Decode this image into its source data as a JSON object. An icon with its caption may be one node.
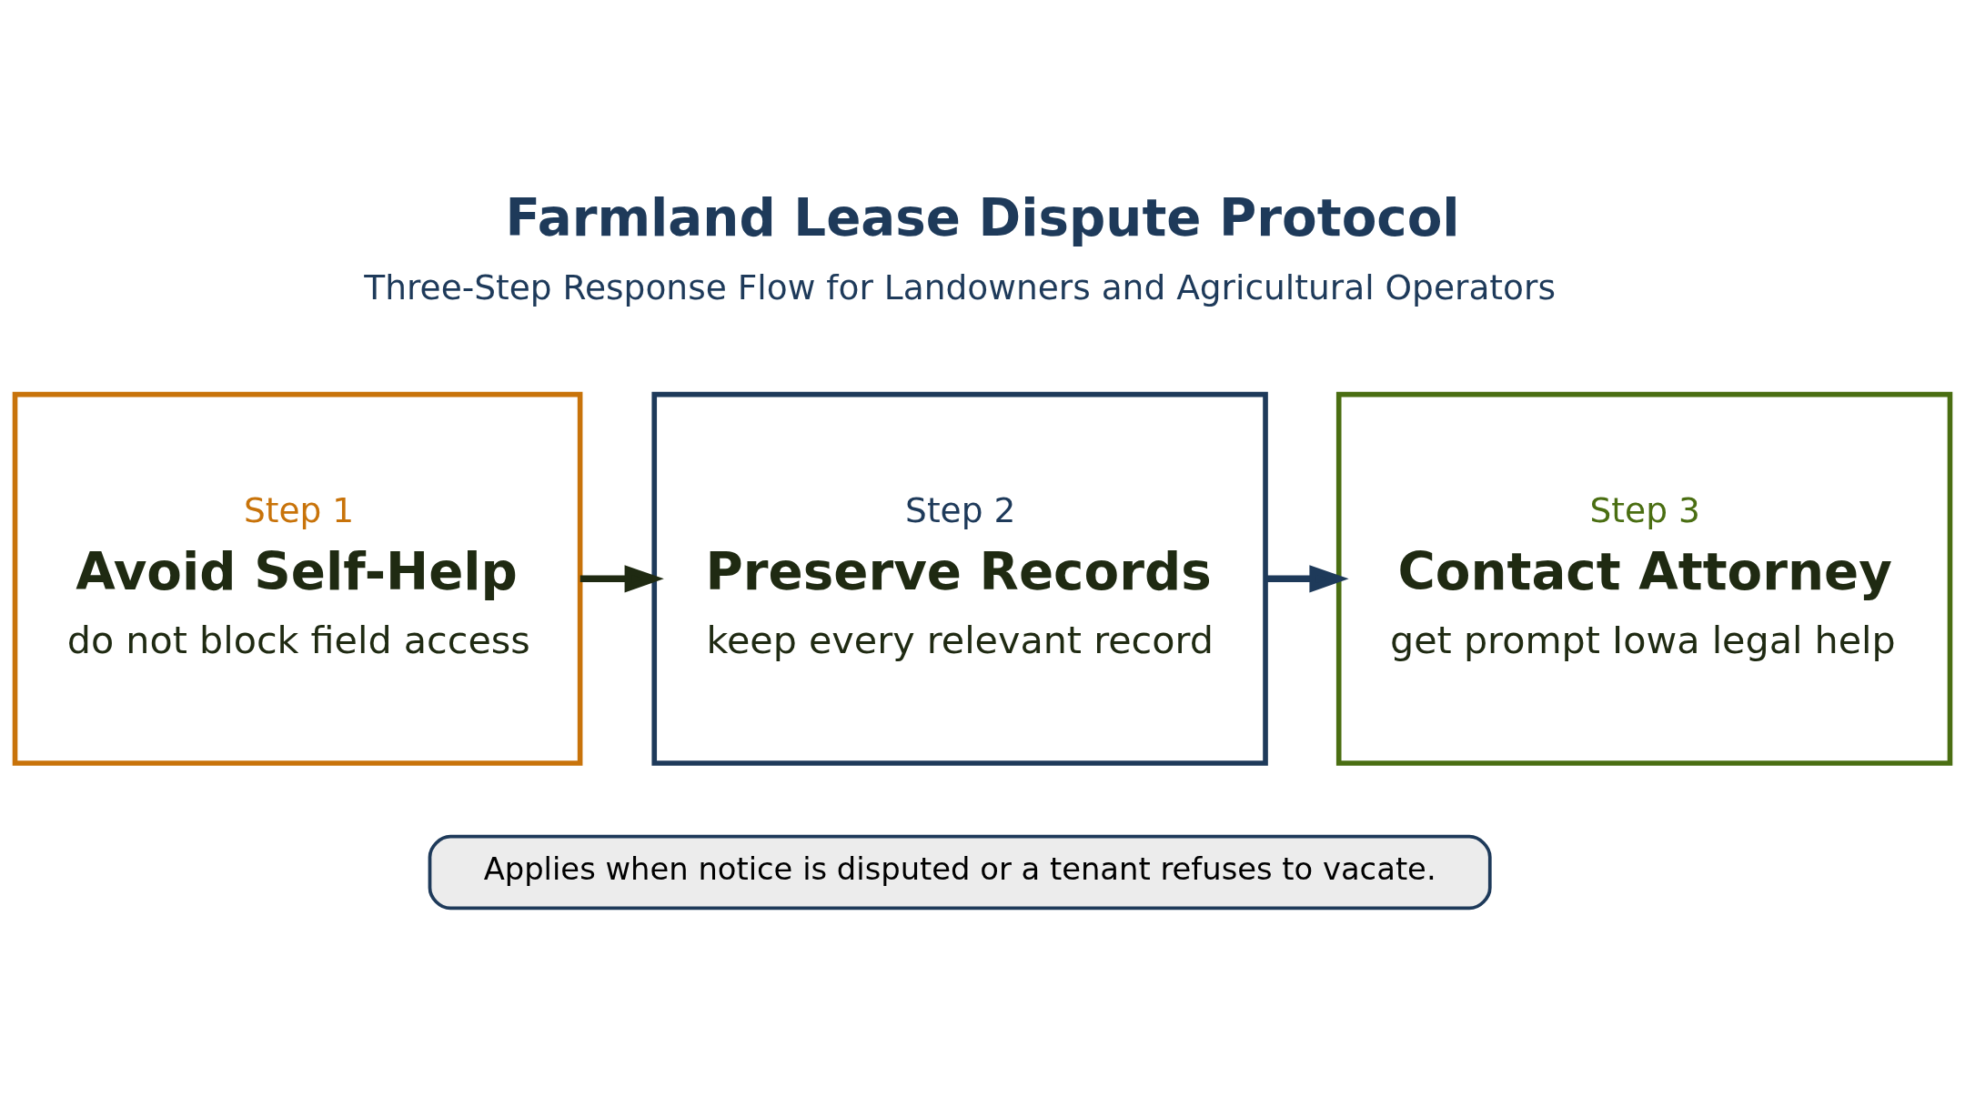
{
  "diagram": {
    "title": "Farmland Lease Dispute Protocol",
    "nodes": [
      {
        "text": [
          "Step 1",
          "Avoid Self-Help",
          "do not block field access"
        ]
      },
      {
        "text": [
          "Step 2",
          "Preserve Records",
          "keep every relevant record"
        ]
      },
      {
        "text": [
          "Step 3",
          "Contact Attorney",
          "get prompt Iowa legal help"
        ]
      },
      {
        "text": [
          "Applies when notice is disputed or a tenant refuses to vacate."
        ]
      }
    ],
    "edges": [
      {
        "from": 0,
        "to": 1,
        "arrow": "to",
        "color": "#1f2a12"
      },
      {
        "from": 1,
        "to": 2,
        "arrow": "to",
        "color": "#1e3a5a"
      }
    ],
    "labels": [
      "Three-Step Response Flow for Landowners and Agricultural Operators"
    ]
  }
}
